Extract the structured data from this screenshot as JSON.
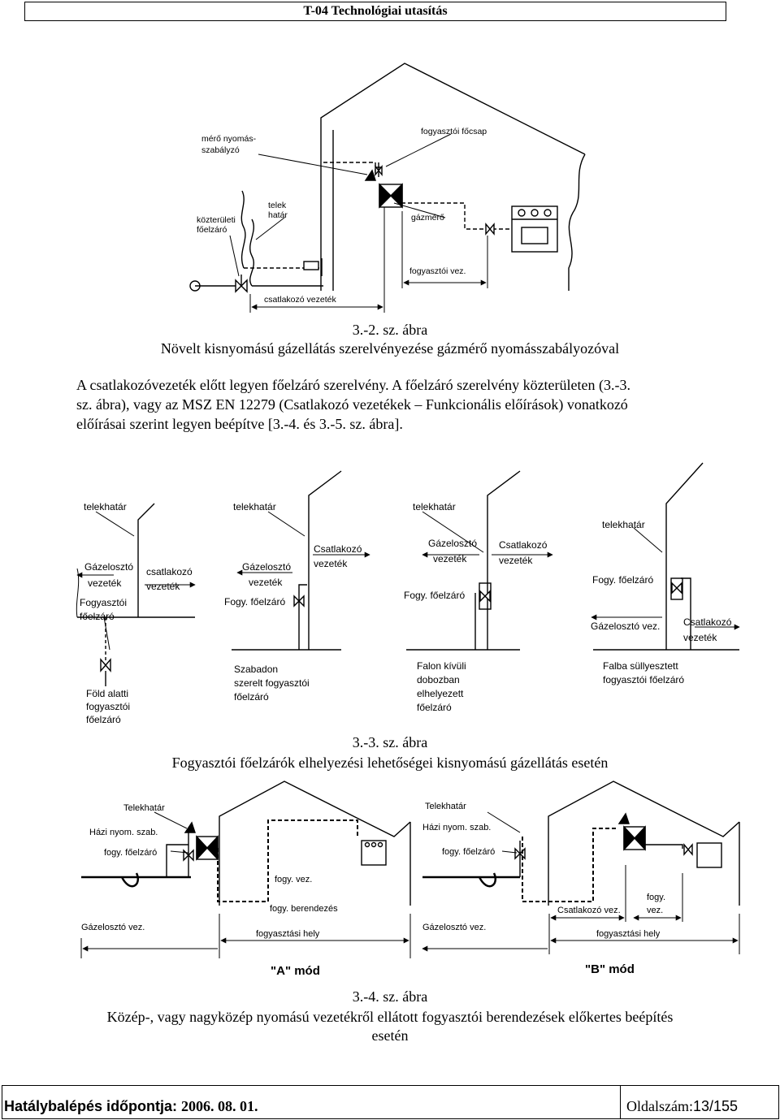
{
  "header": {
    "title": "T-04 Technológiai utasítás"
  },
  "figure1": {
    "labels": {
      "meter_regulator": [
        "mérő nyomás-",
        "szabályzó"
      ],
      "main_cap": "fogyasztói főcsap",
      "public_shutoff": [
        "közterületi",
        "főelzáró"
      ],
      "boundary": [
        "telek",
        "határ"
      ],
      "gas_meter": "gázmérő",
      "consumer_pipe": "fogyasztói vez.",
      "service_pipe": "csatlakozó vezeték"
    },
    "caption_number": "3.-2. sz. ábra",
    "caption_title": "Növelt kisnyomású gázellátás szerelvényezése gázmérő nyomásszabályozóval"
  },
  "paragraph": {
    "line1": "A csatlakozóvezeték előtt legyen főelzáró szerelvény. A főelzáró szerelvény közterületen (3.-3.",
    "line2": "sz. ábra), vagy az MSZ EN 12279 (Csatlakozó vezetékek – Funkcionális előírások) vonatkozó",
    "line3": "előírásai szerint legyen beépítve [3.-4. és 3.-5. sz. ábra]."
  },
  "figure2": {
    "panel1": {
      "boundary": "telekhatár",
      "dist": [
        "Gázelosztó",
        "vezeték"
      ],
      "conn": [
        "csatlakozó",
        "vezeték"
      ],
      "shutoff": [
        "Fogyasztói",
        "főelzáró"
      ],
      "note": [
        "Föld alatti",
        "fogyasztói",
        "főelzáró"
      ]
    },
    "panel2": {
      "boundary": "telekhatár",
      "conn": [
        "Csatlakozó",
        "vezeték"
      ],
      "dist": [
        "Gázelosztó",
        "vezeték"
      ],
      "shutoff": "Fogy. főelzáró",
      "note": [
        "Szabadon",
        "szerelt fogyasztói",
        "főelzáró"
      ]
    },
    "panel3": {
      "boundary": "telekhatár",
      "dist": [
        "Gázelosztó",
        "vezeték"
      ],
      "conn": [
        "Csatlakozó",
        "vezeték"
      ],
      "shutoff": "Fogy. főelzáró",
      "note": [
        "Falon kívüli",
        "dobozban",
        "elhelyezett",
        "főelzáró"
      ]
    },
    "panel4": {
      "boundary": "telekhatár",
      "shutoff": "Fogy. főelzáró",
      "dist": "Gázelosztó vez.",
      "conn": [
        "Csatlakozó",
        "vezeték"
      ],
      "note": [
        "Falba süllyesztett",
        "fogyasztói főelzáró"
      ]
    },
    "caption_number": "3.-3. sz. ábra",
    "caption_title": "Fogyasztói főelzárók elhelyezési lehetőségei kisnyomású gázellátás esetén"
  },
  "figure3": {
    "modeA": {
      "boundary": "Telekhatár",
      "house_reg": "Házi nyom. szab.",
      "shutoff": "fogy. főelzáró",
      "consumer_pipe": "fogy. vez.",
      "appliance": "fogy. berendezés",
      "dist": "Gázelosztó vez.",
      "place": "fogyasztási hely",
      "mode": "\"A\" mód"
    },
    "modeB": {
      "boundary": "Telekhatár",
      "house_reg": "Házi nyom. szab.",
      "shutoff": "fogy. főelzáró",
      "conn": "Csatlakozó vez.",
      "consumer_pipe": [
        "fogy.",
        "vez."
      ],
      "dist": "Gázelosztó vez.",
      "place": "fogyasztási hely",
      "mode": "\"B\" mód"
    },
    "caption_number": "3.-4. sz. ábra",
    "caption_title": "Közép-, vagy nagyközép nyomású vezetékről ellátott fogyasztói berendezések előkertes beépítés",
    "caption_title2": "esetén"
  },
  "footer": {
    "effective_label": "Hatálybalépés időpontja: ",
    "effective_date": "2006. 08. 01.",
    "page_label": "Oldalszám:",
    "page_value": "13/155"
  }
}
